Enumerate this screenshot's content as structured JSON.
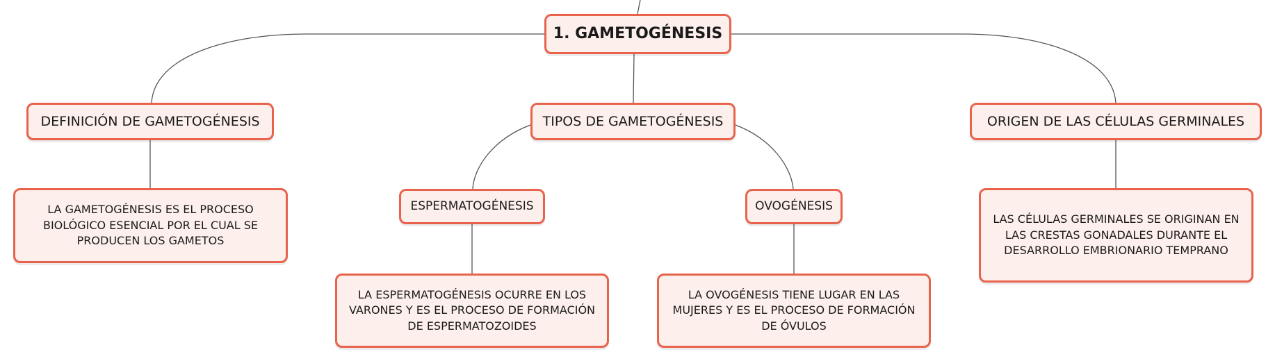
{
  "diagram": {
    "root": {
      "label": "1. GAMETOGÉNESIS"
    },
    "definition": {
      "label": "DEFINICIÓN DE GAMETOGÉNESIS",
      "detail": "LA GAMETOGÉNESIS ES EL PROCESO BIOLÓGICO ESENCIAL POR EL CUAL SE PRODUCEN LOS GAMETOS"
    },
    "types": {
      "label": "TIPOS DE GAMETOGÉNESIS",
      "spermatogenesis": {
        "label": "ESPERMATOGÉNESIS",
        "detail": "LA ESPERMATOGÉNESIS OCURRE EN LOS VARONES Y ES EL PROCESO DE FORMACIÓN DE ESPERMATOZOIDES"
      },
      "oogenesis": {
        "label": "OVOGÉNESIS",
        "detail": "LA OVOGÉNESIS TIENE LUGAR EN LAS MUJERES Y ES EL PROCESO DE FORMACIÓN DE ÓVULOS"
      }
    },
    "origin": {
      "label": "ORIGEN DE LAS CÉLULAS GERMINALES",
      "detail": "LAS CÉLULAS GERMINALES SE ORIGINAN EN LAS CRESTAS GONADALES DURANTE EL DESARROLLO EMBRIONARIO TEMPRANO"
    }
  },
  "colors": {
    "node_border": "#e8624c",
    "node_fill": "#fdf0ec",
    "connector": "#555555"
  }
}
